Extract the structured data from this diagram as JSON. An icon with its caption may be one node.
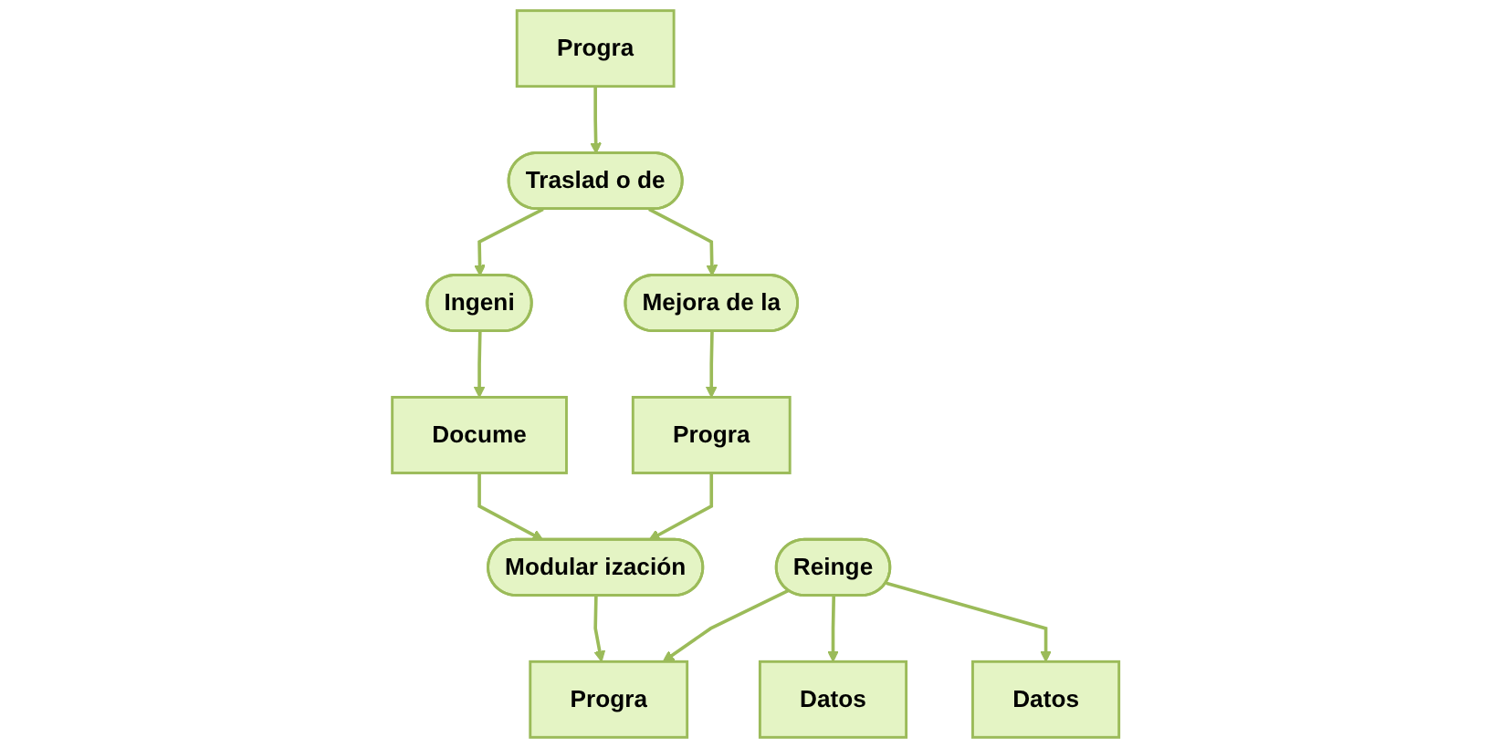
{
  "diagram": {
    "nodes": [
      {
        "text": [
          "Progra"
        ]
      },
      {
        "text": [
          "Docume"
        ]
      },
      {
        "text": [
          "Progra"
        ]
      },
      {
        "text": [
          "Datos"
        ]
      },
      {
        "text": [
          "Ingeni"
        ]
      },
      {
        "text": [
          "Traslad o de"
        ]
      },
      {
        "text": [
          "Modular ización"
        ]
      },
      {
        "text": [
          "Reinge"
        ]
      },
      {
        "text": [
          "Mejora de la"
        ]
      },
      {
        "text": [
          "Progra"
        ]
      },
      {
        "text": [
          "Datos"
        ]
      }
    ],
    "edges": [
      {
        "from": 0,
        "to": 5,
        "arrow": "to"
      },
      {
        "from": 5,
        "to": 4,
        "arrow": "to"
      },
      {
        "from": 4,
        "to": 1,
        "arrow": "to"
      },
      {
        "from": 1,
        "to": 6,
        "arrow": "to"
      },
      {
        "from": 6,
        "to": 2,
        "arrow": "to"
      },
      {
        "from": 7,
        "to": 2,
        "arrow": "to"
      },
      {
        "from": 7,
        "to": 3,
        "arrow": "to"
      },
      {
        "from": 7,
        "to": 10,
        "arrow": "to"
      },
      {
        "from": 5,
        "to": 8,
        "arrow": "to"
      },
      {
        "from": 8,
        "to": 9,
        "arrow": "to"
      },
      {
        "from": 9,
        "to": 6,
        "arrow": "to"
      }
    ]
  }
}
